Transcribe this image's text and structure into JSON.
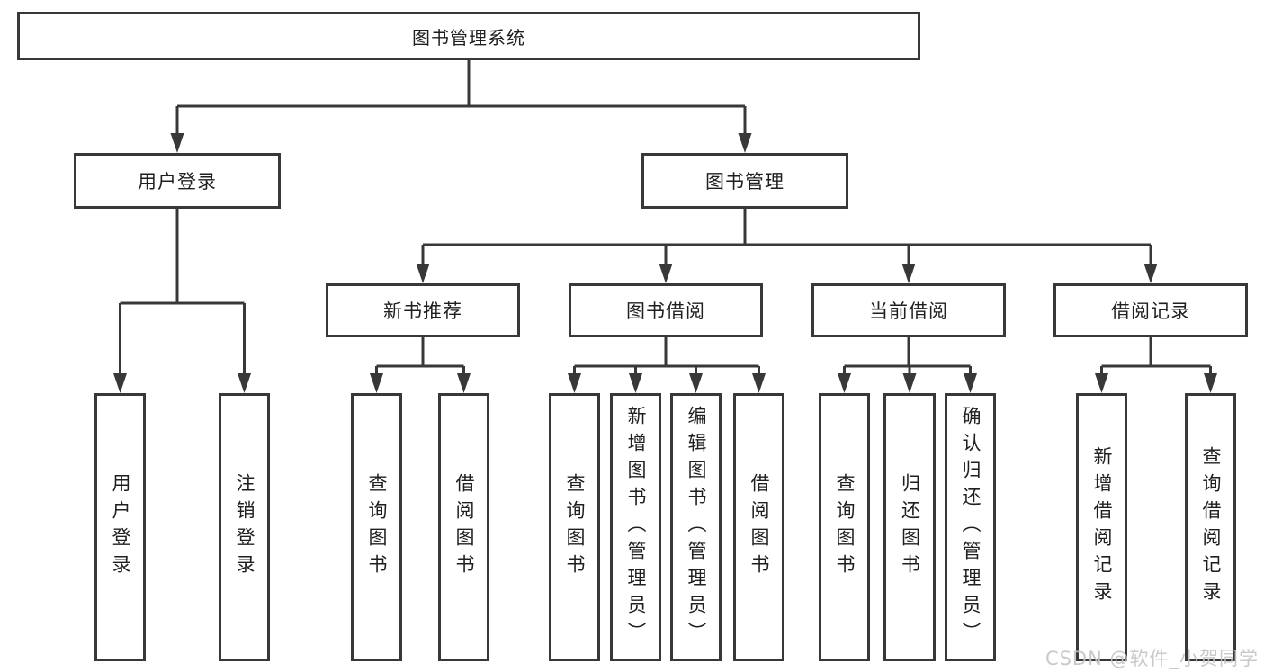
{
  "tree": {
    "label": "图书管理系统",
    "children": [
      {
        "label": "用户登录",
        "children": [
          {
            "label": "用户登录"
          },
          {
            "label": "注销登录"
          }
        ]
      },
      {
        "label": "图书管理",
        "children": [
          {
            "label": "新书推荐",
            "children": [
              {
                "label": "查询图书"
              },
              {
                "label": "借阅图书"
              }
            ]
          },
          {
            "label": "图书借阅",
            "children": [
              {
                "label": "查询图书"
              },
              {
                "label": "新增图书（管理员）"
              },
              {
                "label": "编辑图书（管理员）"
              },
              {
                "label": "借阅图书"
              }
            ]
          },
          {
            "label": "当前借阅",
            "children": [
              {
                "label": "查询图书"
              },
              {
                "label": "归还图书"
              },
              {
                "label": "确认归还（管理员）"
              }
            ]
          },
          {
            "label": "借阅记录",
            "children": [
              {
                "label": "新增借阅记录"
              },
              {
                "label": "查询借阅记录"
              }
            ]
          }
        ]
      }
    ]
  },
  "watermark": "CSDN @软件_小贺同学",
  "colors": {
    "line": "#383838",
    "text": "#1f1f1f",
    "watermark": "#c7c3c3"
  }
}
